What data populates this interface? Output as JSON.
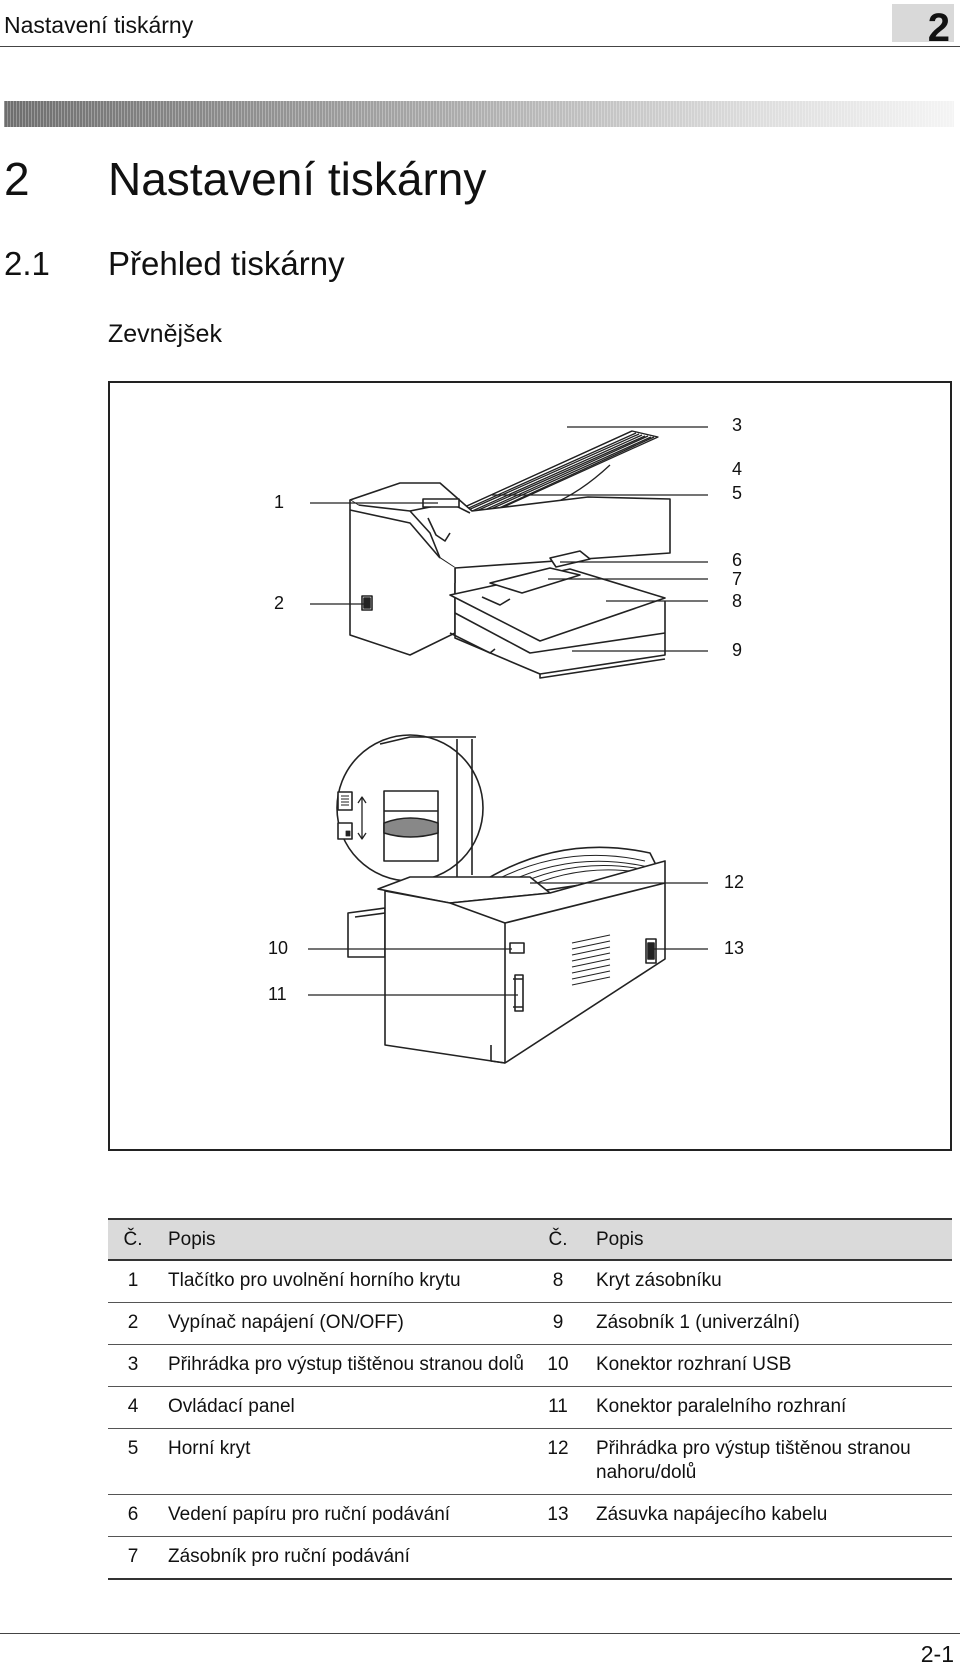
{
  "header": {
    "running_title": "Nastavení tiskárny",
    "chapter_number": "2"
  },
  "heading1": {
    "number": "2",
    "text": "Nastavení tiskárny"
  },
  "heading2": {
    "number": "2.1",
    "text": "Přehled tiskárny"
  },
  "heading3": "Zevnějšek",
  "figure": {
    "callouts": [
      "1",
      "2",
      "3",
      "4",
      "5",
      "6",
      "7",
      "8",
      "9",
      "10",
      "11",
      "12",
      "13"
    ]
  },
  "table": {
    "columns": [
      "Č.",
      "Popis",
      "Č.",
      "Popis"
    ],
    "rows": [
      {
        "n1": "1",
        "d1": "Tlačítko pro uvolnění horního krytu",
        "n2": "8",
        "d2": "Kryt zásobníku"
      },
      {
        "n1": "2",
        "d1": "Vypínač napájení (ON/OFF)",
        "n2": "9",
        "d2": "Zásobník 1 (univerzální)"
      },
      {
        "n1": "3",
        "d1": "Přihrádka pro výstup tištěnou stranou dolů",
        "n2": "10",
        "d2": "Konektor rozhraní USB"
      },
      {
        "n1": "4",
        "d1": "Ovládací panel",
        "n2": "11",
        "d2": "Konektor paralelního rozhraní"
      },
      {
        "n1": "5",
        "d1": "Horní kryt",
        "n2": "12",
        "d2": "Přihrádka pro výstup tištěnou stranou nahoru/dolů"
      },
      {
        "n1": "6",
        "d1": "Vedení papíru pro ruční podávání",
        "n2": "13",
        "d2": "Zásuvka napájecího kabelu"
      },
      {
        "n1": "7",
        "d1": "Zásobník pro ruční podávání",
        "n2": "",
        "d2": ""
      }
    ]
  },
  "footer": {
    "page_number": "2-1"
  }
}
